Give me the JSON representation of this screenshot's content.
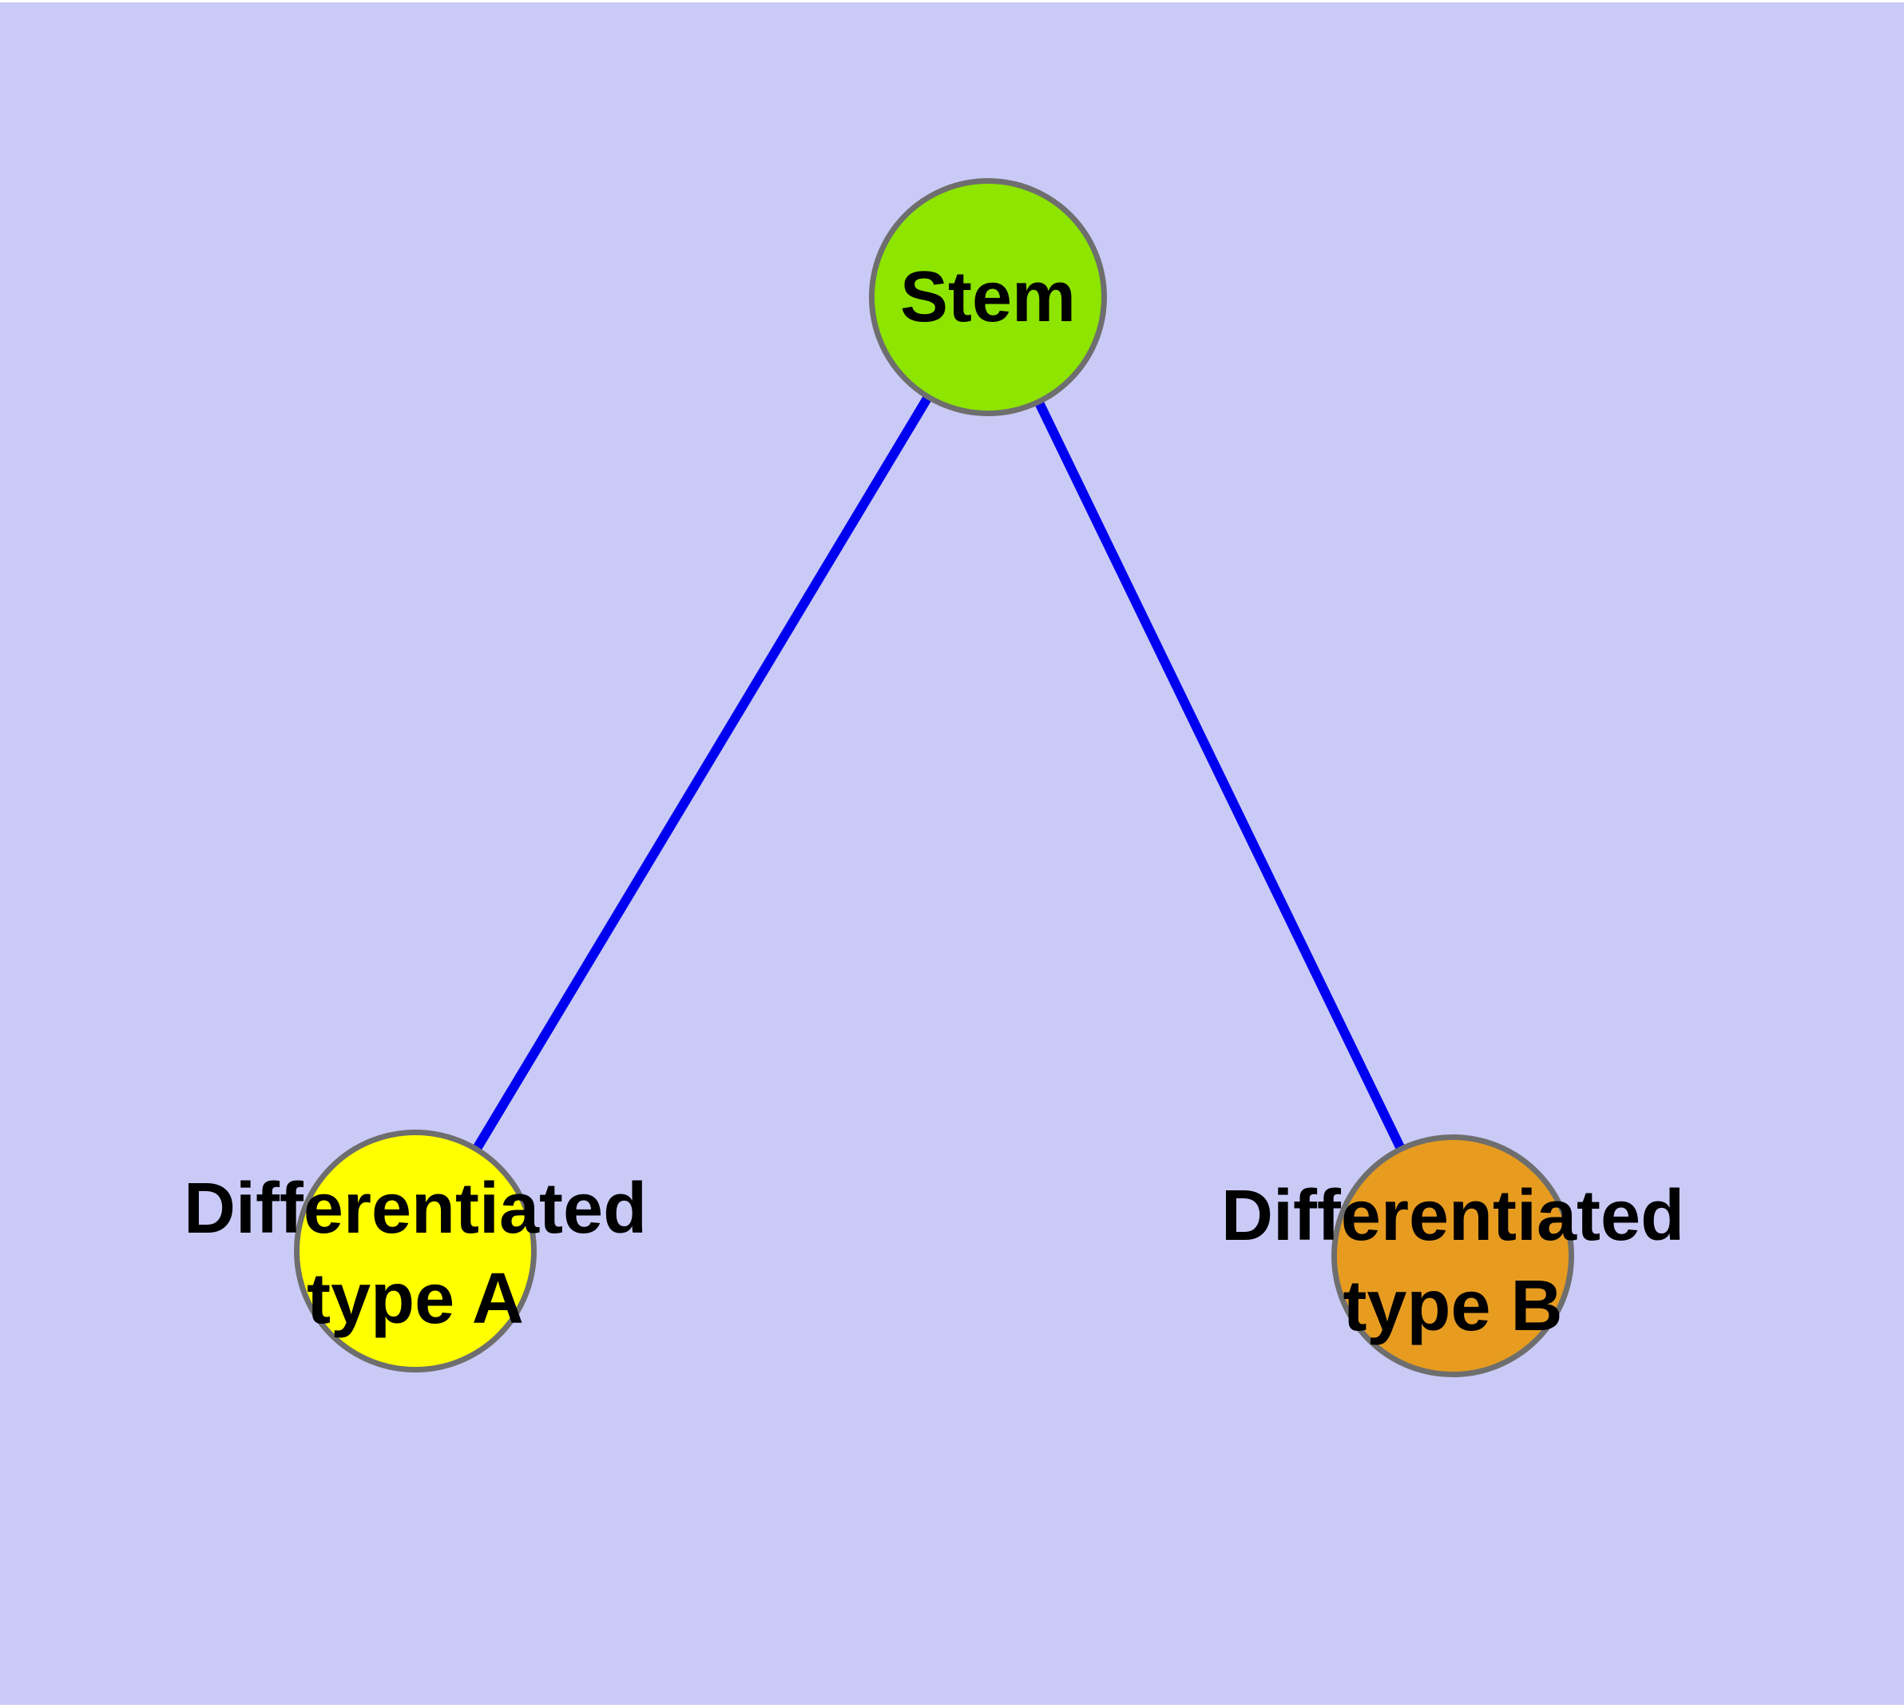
{
  "canvas": {
    "background": "#CACAF7",
    "top_margin_color": "#FFFFFF",
    "bottom_margin_color": "#FFFFFF"
  },
  "nodes": {
    "stem": {
      "label": "Stem",
      "fill": "#8DE500",
      "border": "#6E6E6E"
    },
    "type_a": {
      "label": "Differentiated\ntype A",
      "fill": "#FFFF00",
      "border": "#6E6E6E"
    },
    "type_b": {
      "label": "Differentiated\ntype B",
      "fill": "#E79C20",
      "border": "#6E6E6E"
    }
  },
  "edges": {
    "color": "#0000F0",
    "items": [
      {
        "from": "Stem",
        "to": "Differentiated type A"
      },
      {
        "from": "Stem",
        "to": "Differentiated type B"
      }
    ]
  },
  "text_color": "#000000"
}
